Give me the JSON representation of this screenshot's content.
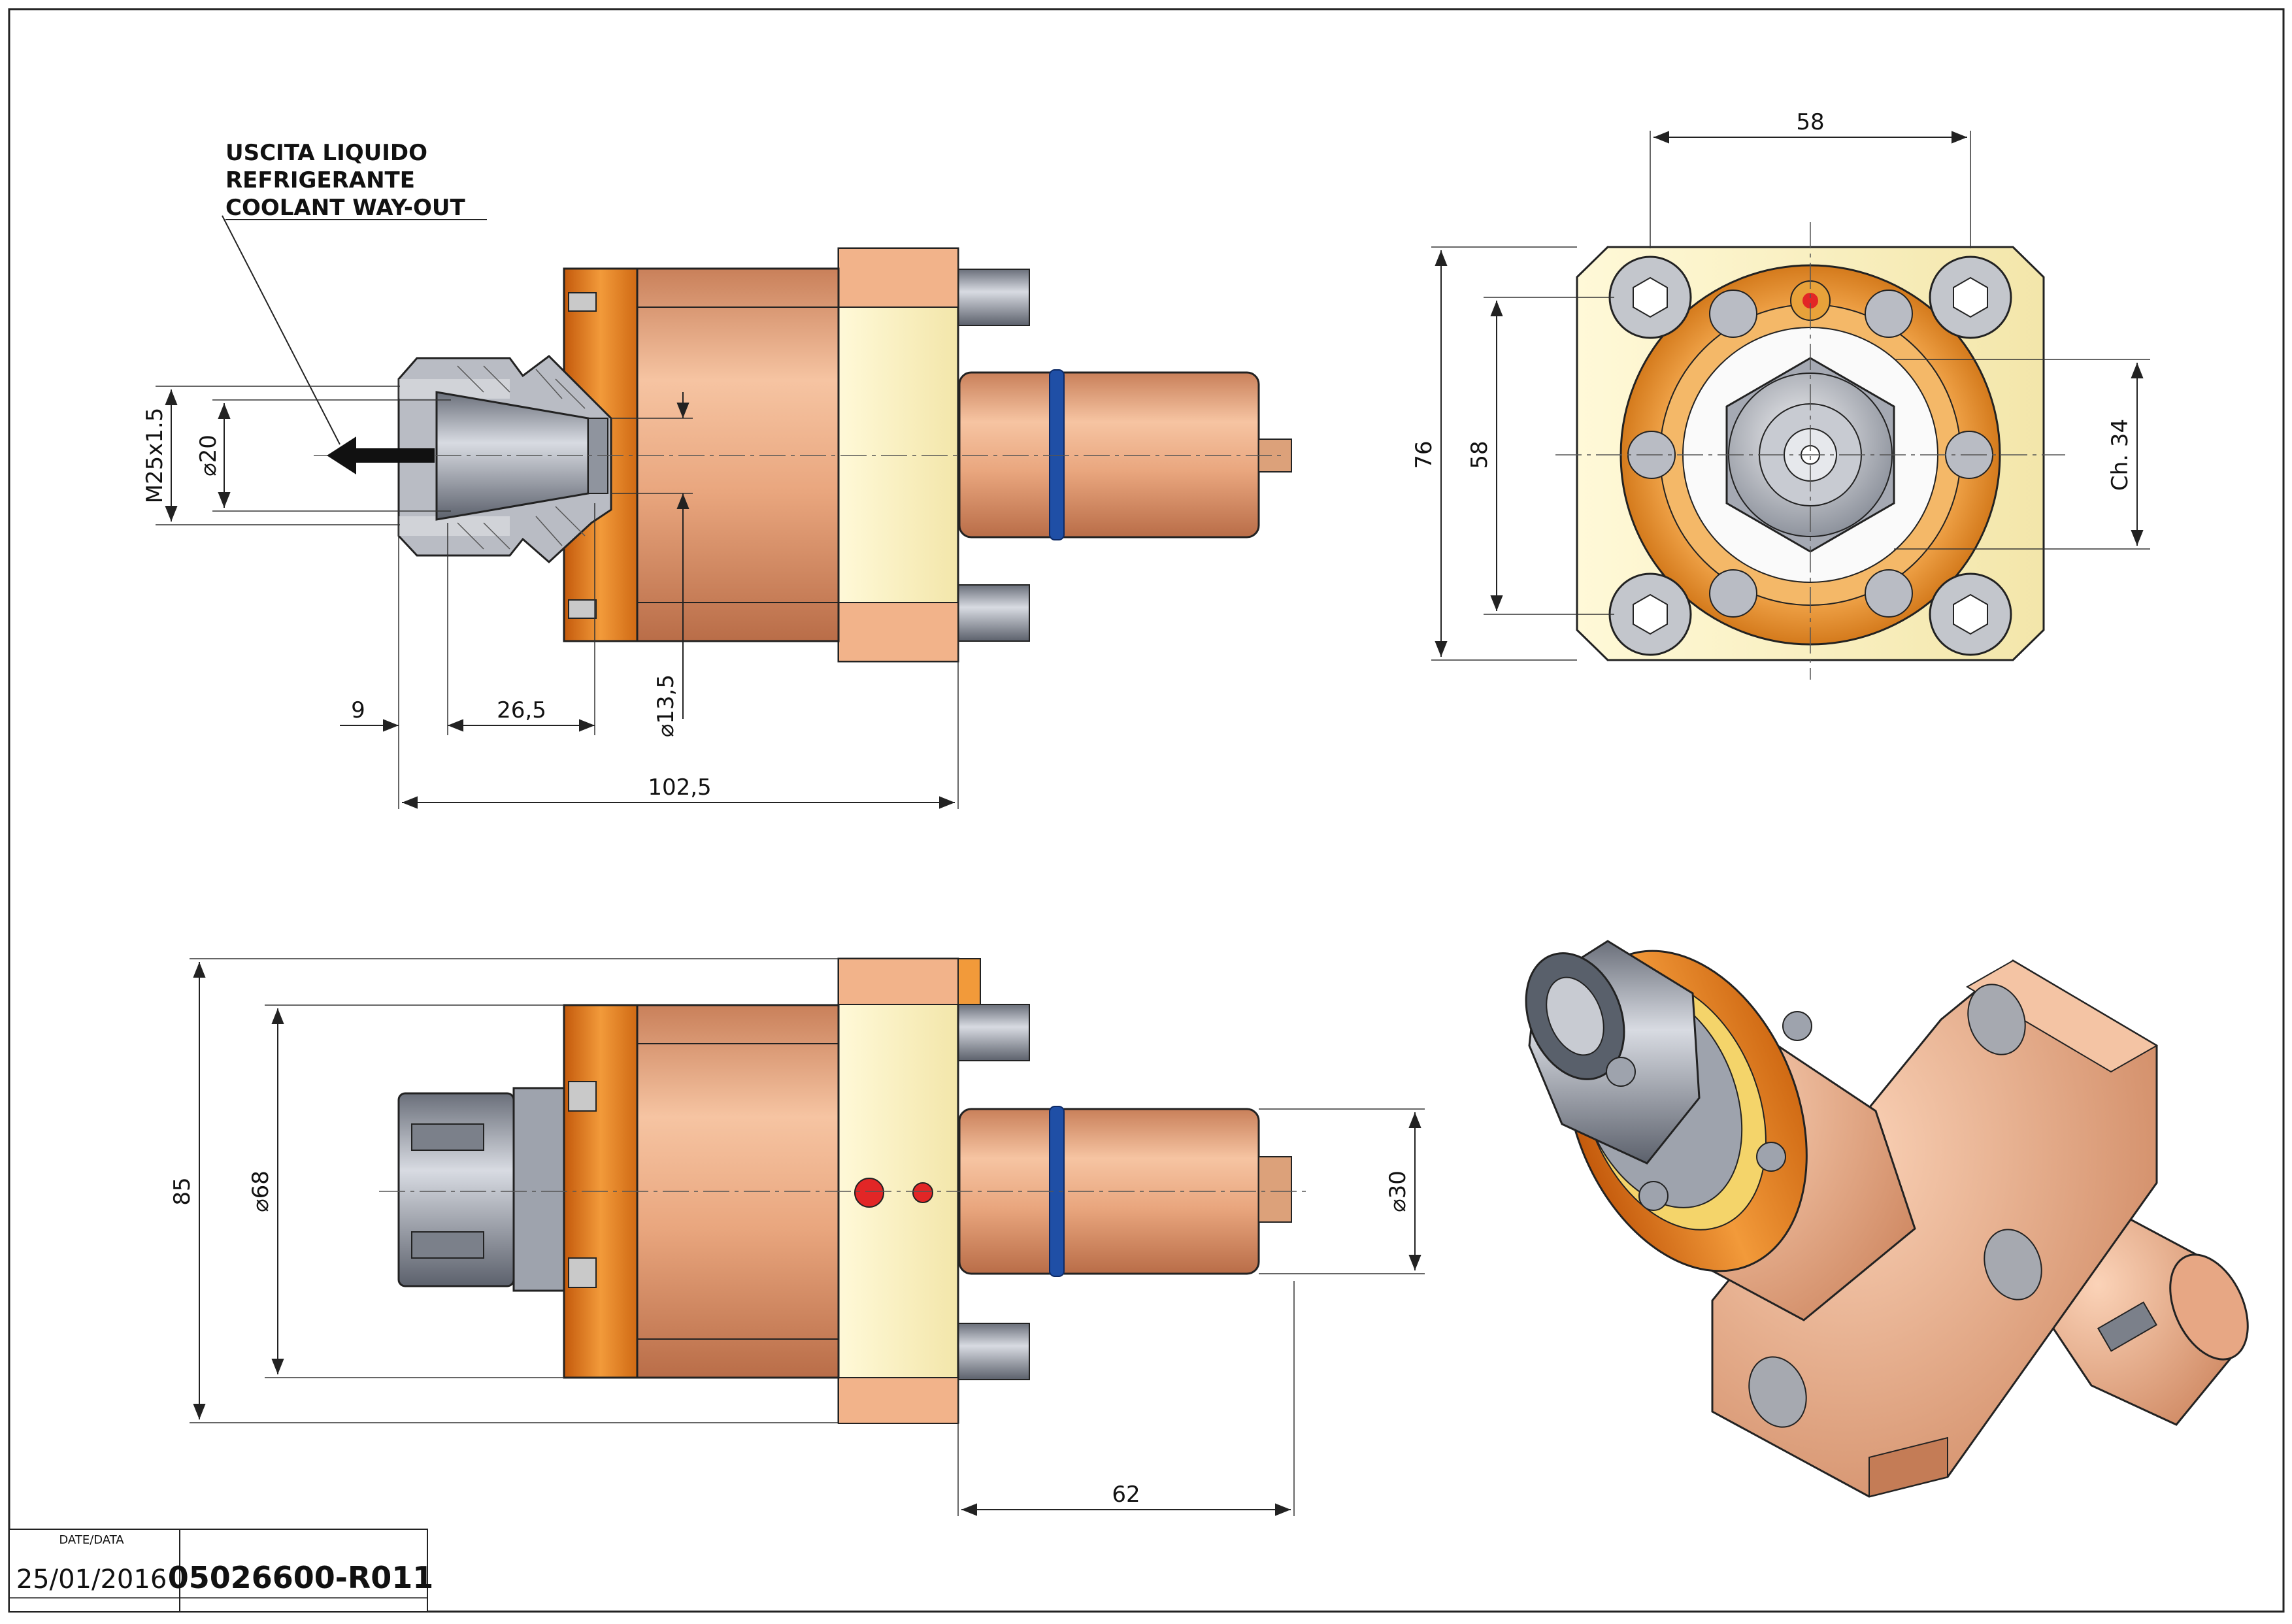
{
  "annotation": {
    "coolant_it_1": "USCITA LIQUIDO",
    "coolant_it_2": "REFRIGERANTE",
    "coolant_en": "COOLANT WAY-OUT"
  },
  "side_view": {
    "thread": "M25x1.5",
    "dia_20": "⌀20",
    "dia_13_5": "⌀13,5",
    "len_9": "9",
    "len_26_5": "26,5",
    "len_102_5": "102,5"
  },
  "front_view": {
    "width_58": "58",
    "height_76": "76",
    "height_58": "58",
    "hex_34": "Ch. 34"
  },
  "bottom_view": {
    "height_85": "85",
    "dia_68": "⌀68",
    "dia_30": "⌀30",
    "len_62": "62"
  },
  "title_block": {
    "date_label": "DATE/DATA",
    "date": "25/01/2016",
    "code": "05026600-R011"
  },
  "colors": {
    "orange": "#e87d1e",
    "copper": "#e6a27a",
    "cream": "#fbf3c6",
    "steel": "#9aa0ac",
    "seal": "#1f4fa6"
  }
}
